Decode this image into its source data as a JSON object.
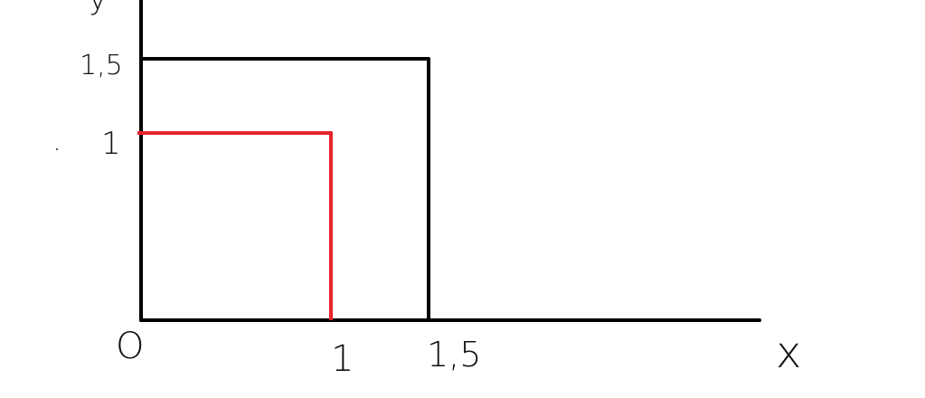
{
  "labels": {
    "y_axis": "y",
    "x_axis": "x",
    "origin": "O",
    "y_tick_1": "1",
    "y_tick_1_5": "1,5",
    "x_tick_1": "1",
    "x_tick_1_5": "1,5"
  },
  "colors": {
    "axes": "#000000",
    "outer_square": "#000000",
    "inner_square": "#e8232f",
    "text": "#111111"
  },
  "shapes": {
    "outer_square": {
      "side": 1.5
    },
    "inner_square": {
      "side": 1
    }
  }
}
